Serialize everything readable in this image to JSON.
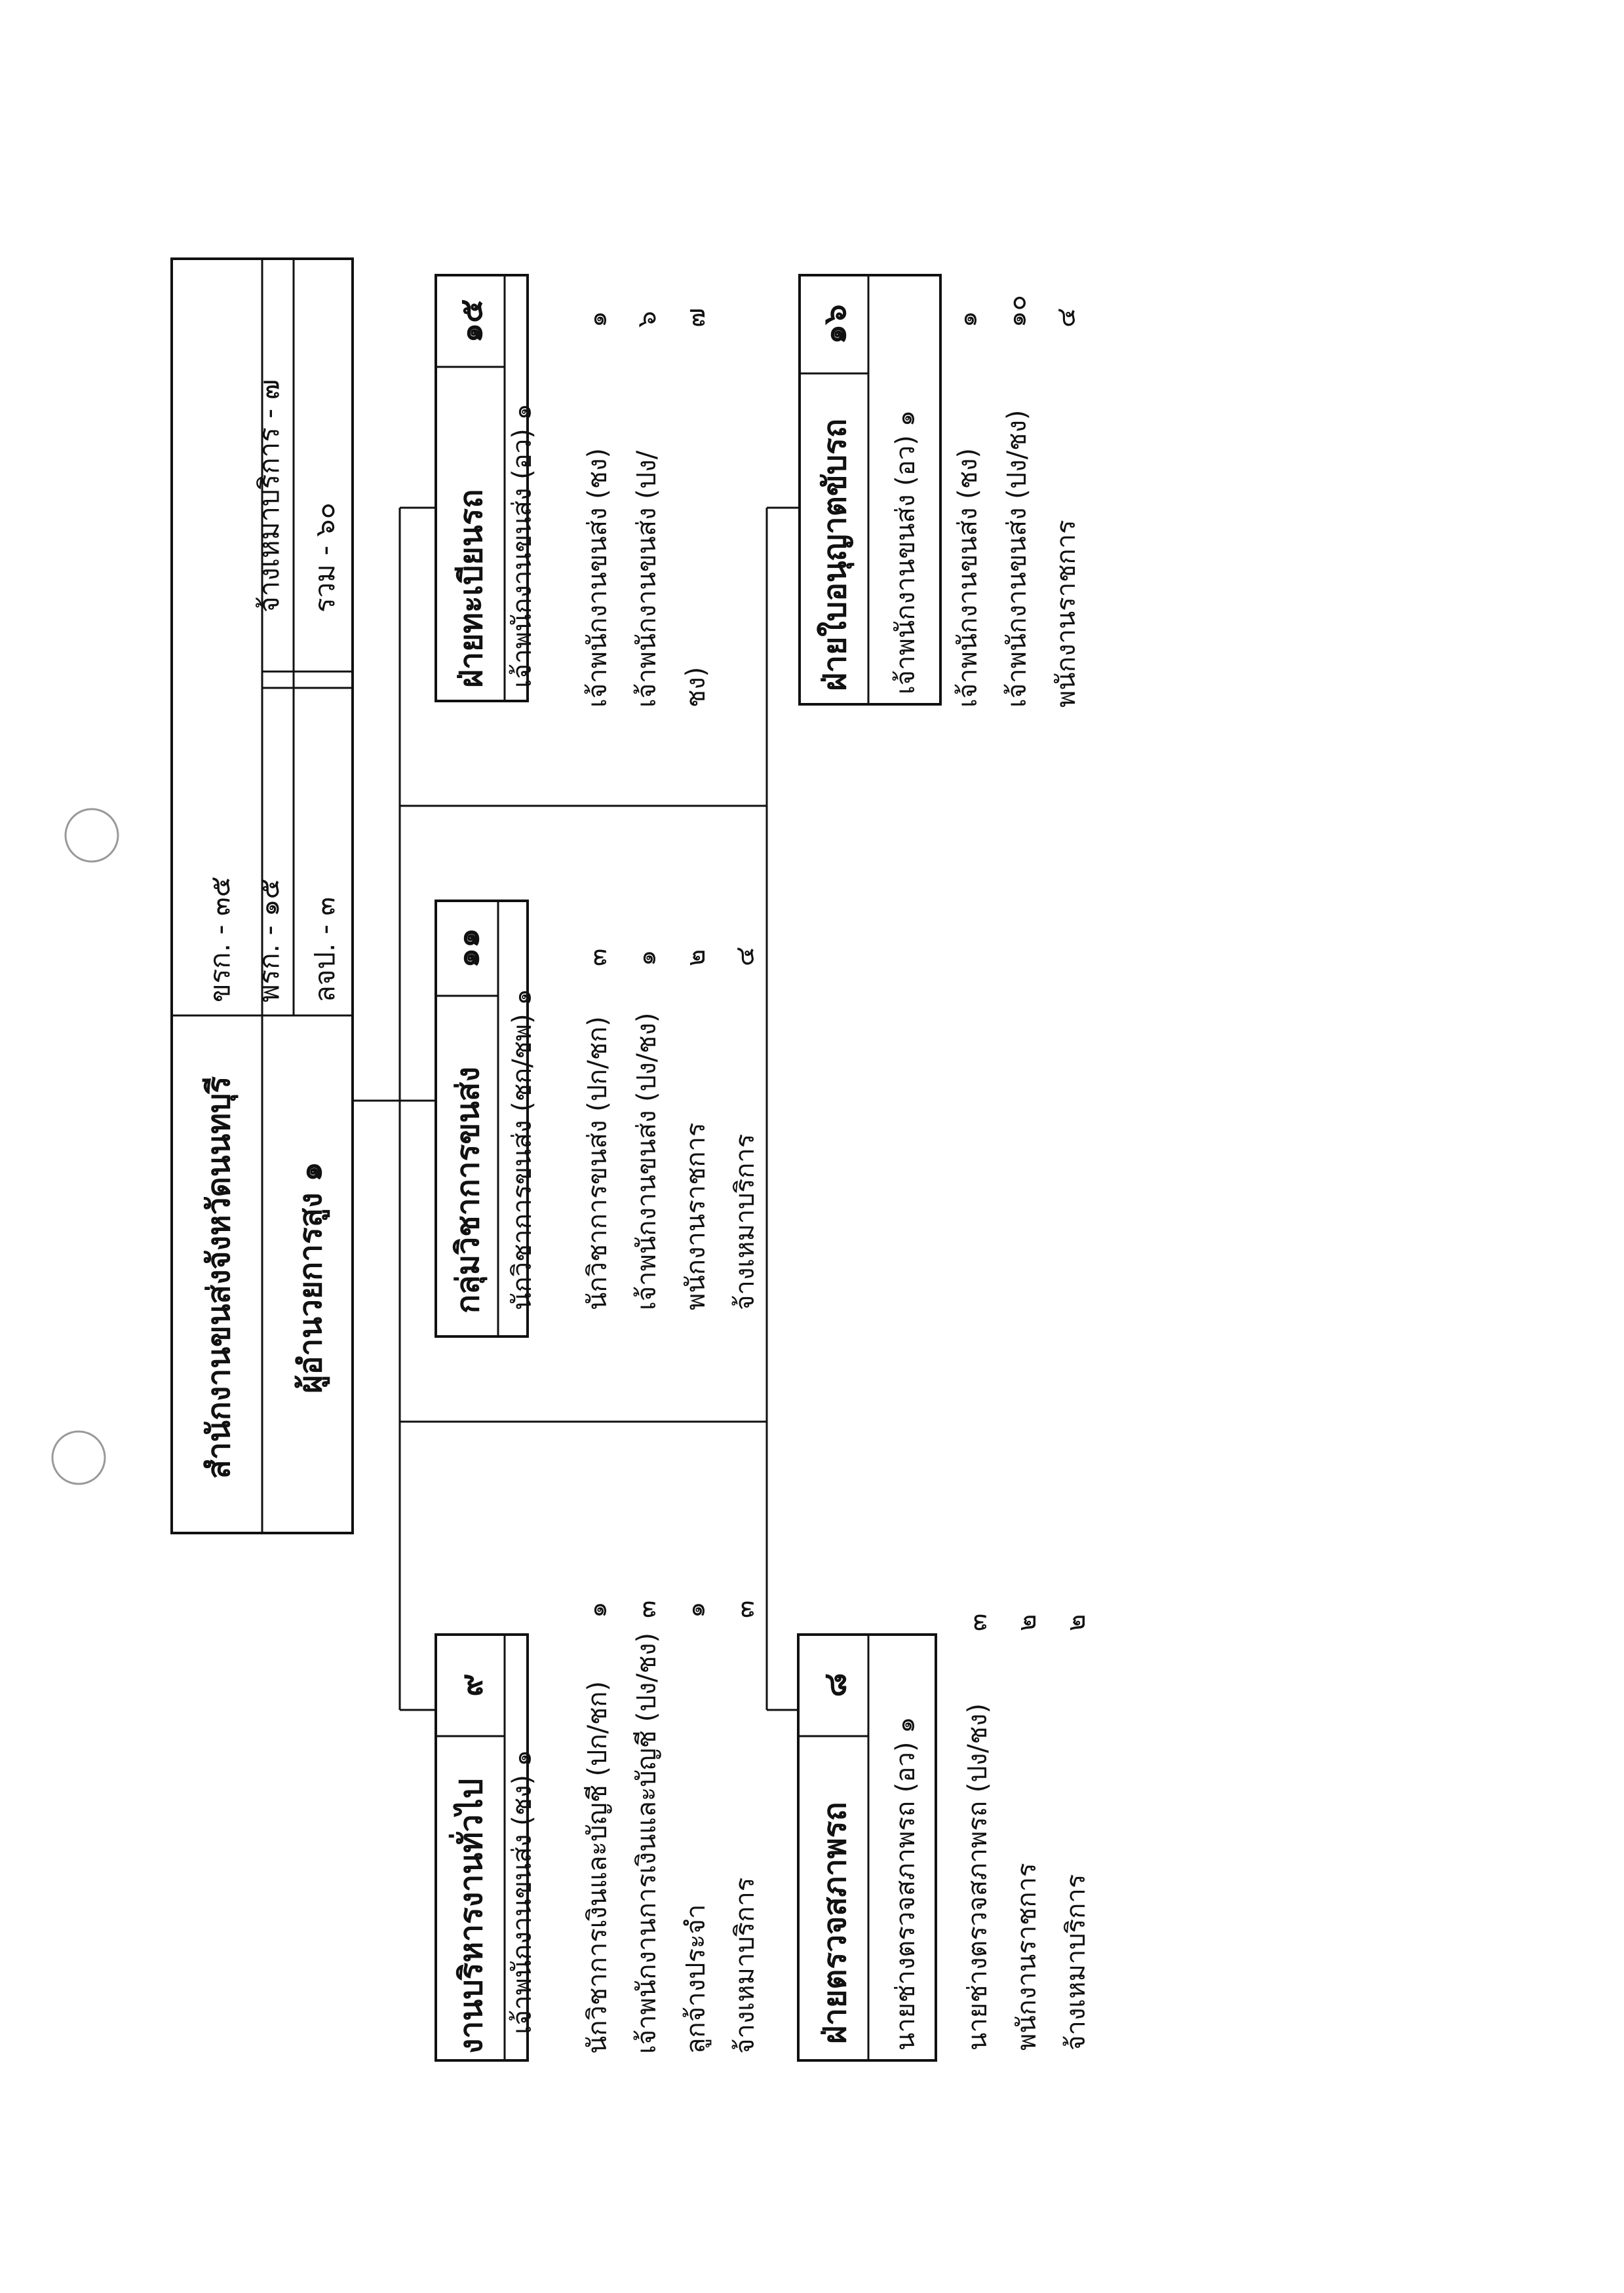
{
  "office": {
    "name": "สำนักงานขนส่งจังหวัดนนทบุรี",
    "head": "ผู้อำนวยการสูง ๑",
    "stats": [
      "ขรก. -   ๓๕",
      "พรก. -   ๑๕",
      "ลจป. -   ๓",
      "จ้างเหมาบริการ -   ๗",
      "รวม -   ๖๐"
    ]
  },
  "units": [
    {
      "name": "งานบริหารงานทั่วไป",
      "count": "๙",
      "head": "เจ้าพนักงานขนส่ง (ชง) ๑",
      "staff": [
        {
          "label": "นักวิชาการเงินและบัญชี (ปก/ชก)",
          "count": "๑"
        },
        {
          "label": "เจ้าพนักงานการเงินและบัญชี (ปง/ชง)",
          "count": "๓"
        },
        {
          "label": "ลูกจ้างประจำ",
          "count": "๑"
        },
        {
          "label": "จ้างเหมาบริการ",
          "count": "๓"
        }
      ]
    },
    {
      "name": "กลุ่มวิชาการขนส่ง",
      "count": "๑๑",
      "head": "นักวิชาการขนส่ง (ชก/ชพ) ๑",
      "staff": [
        {
          "label": "นักวิชาการขนส่ง (ปก/ชก)",
          "count": "๓"
        },
        {
          "label": "เจ้าพนักงานขนส่ง (ปง/ชง)",
          "count": "๑"
        },
        {
          "label": "พนักงานราชการ",
          "count": "๒"
        },
        {
          "label": "จ้างเหมาบริการ",
          "count": "๔"
        }
      ]
    },
    {
      "name": "ฝ่ายทะเบียนรถ",
      "count": "๑๕",
      "head": "เจ้าพนักงานขนส่ง (อว) ๑",
      "staff": [
        {
          "label": "เจ้าพนักงานขนส่ง (ชง)",
          "count": "๑"
        },
        {
          "label": "เจ้าพนักงานขนส่ง (ปง/",
          "count": "๖"
        },
        {
          "label": "ชง)",
          "count": "๗"
        }
      ]
    },
    {
      "name": "ฝ่ายตรวจสภาพรถ",
      "count": "๘",
      "head": "นายช่างตรวจสภาพรถ (อว) ๑",
      "staff": [
        {
          "label": "นายช่างตรวจสภาพรถ (ปง/ชง)",
          "count": "๓"
        },
        {
          "label": "พนักงานราชการ",
          "count": "๒"
        },
        {
          "label": "จ้างเหมาบริการ",
          "count": "๒"
        }
      ]
    },
    {
      "name": "ฝ่ายใบอนุญาตขับรถ",
      "count": "๑๖",
      "head": "เจ้าพนักงานขนส่ง (อว) ๑",
      "staff": [
        {
          "label": "เจ้าพนักงานขนส่ง (ชง)",
          "count": "๑"
        },
        {
          "label": "เจ้าพนักงานขนส่ง (ปง/ชง)",
          "count": "๑๐"
        },
        {
          "label": "พนักงานราชการ",
          "count": "๔"
        }
      ]
    }
  ]
}
